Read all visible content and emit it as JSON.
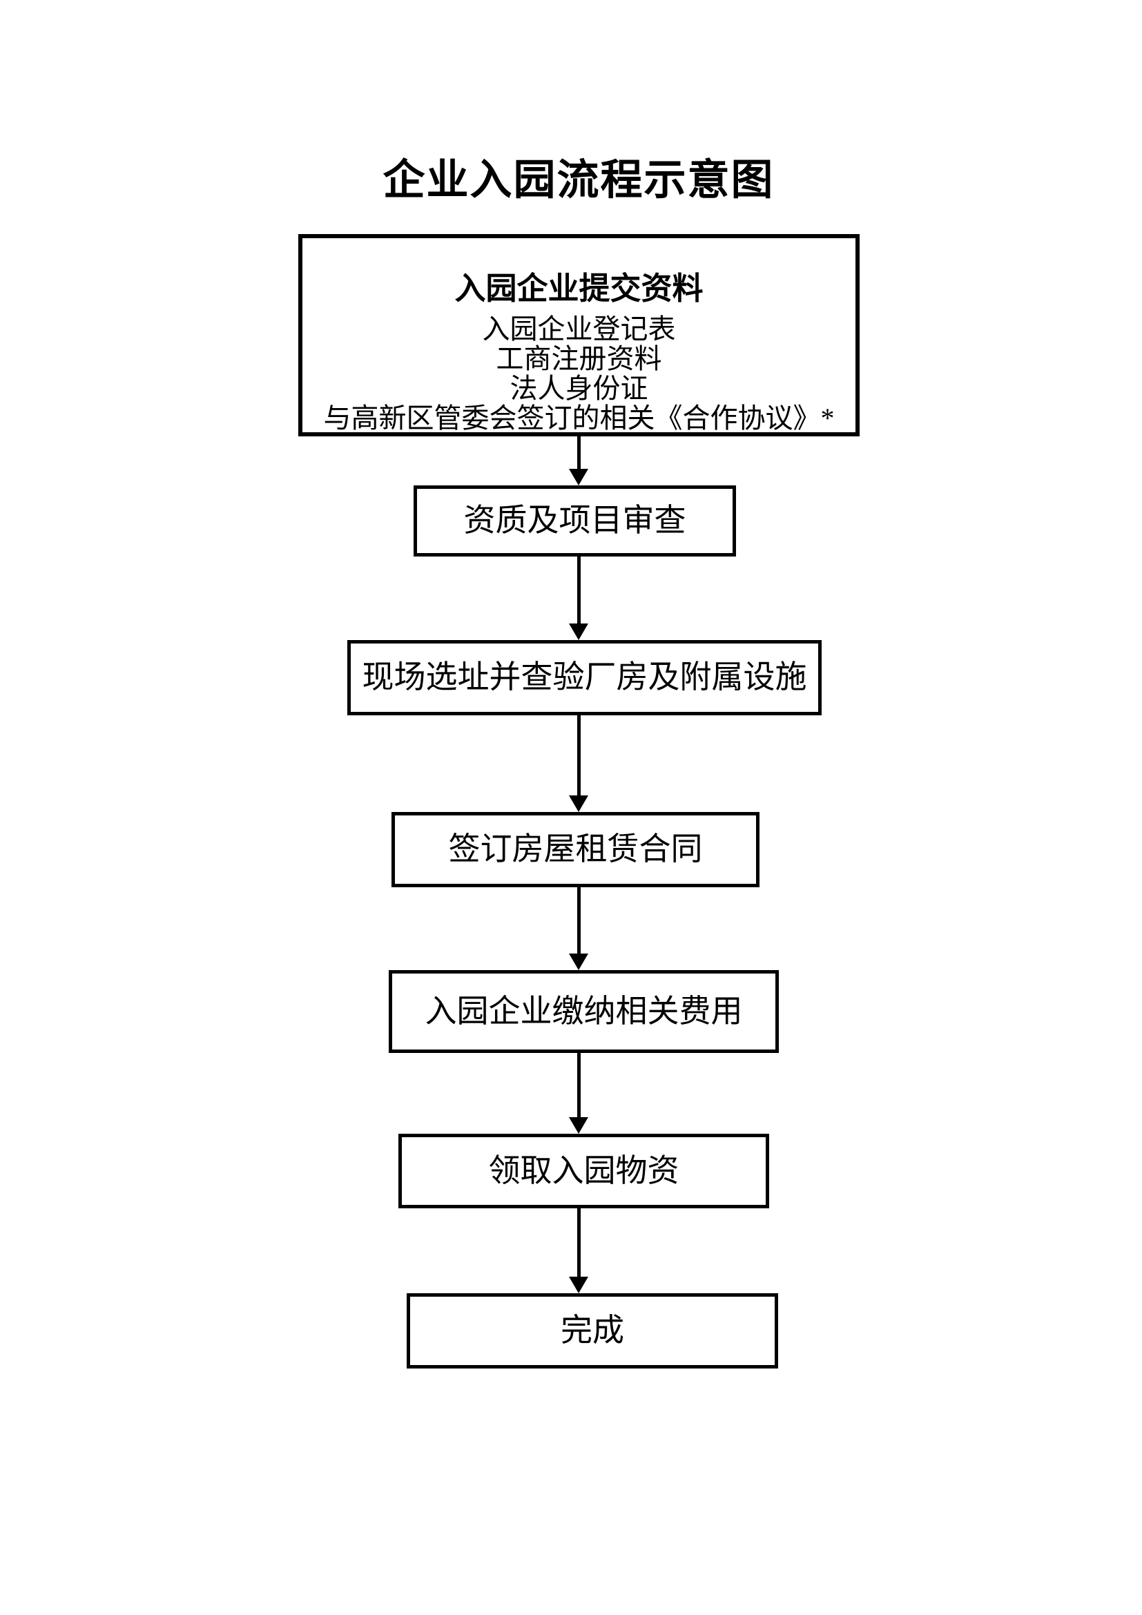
{
  "page": {
    "title": "企业入园流程示意图",
    "background_color": "#ffffff",
    "line_color": "#000000"
  },
  "flowchart": {
    "start_node": {
      "header": "入园企业提交资料",
      "items": [
        "入园企业登记表",
        "工商注册资料",
        "法人身份证",
        "与高新区管委会签订的相关《合作协议》*"
      ]
    },
    "steps": [
      {
        "label": "资质及项目审查"
      },
      {
        "label": "现场选址并查验厂房及附属设施"
      },
      {
        "label": "签订房屋租赁合同"
      },
      {
        "label": "入园企业缴纳相关费用"
      },
      {
        "label": "领取入园物资"
      },
      {
        "label": "完成"
      }
    ]
  }
}
